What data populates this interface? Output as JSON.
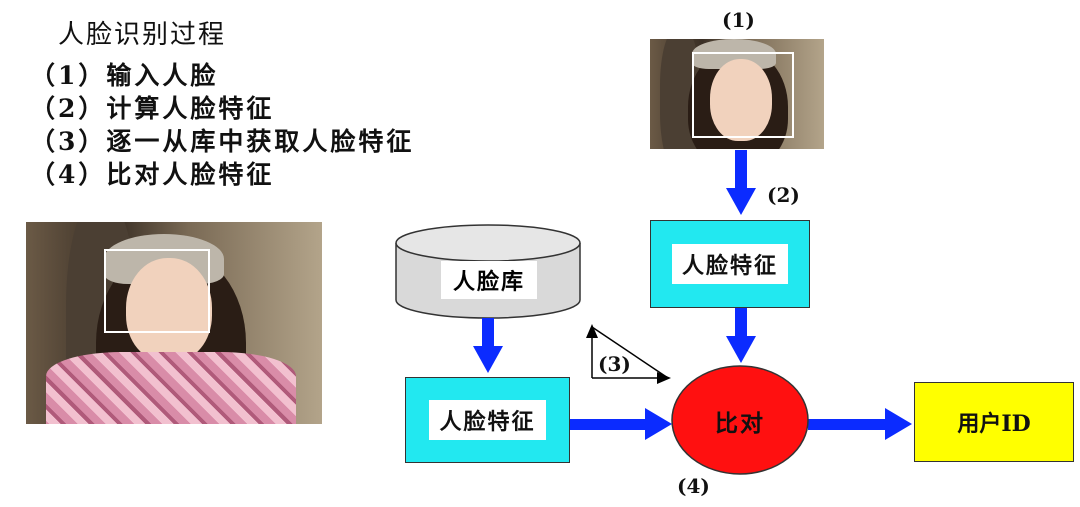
{
  "title": "人脸识别过程",
  "steps": [
    "（1）输入人脸",
    "（2）计算人脸特征",
    "（3）逐一从库中获取人脸特征",
    "（4）比对人脸特征"
  ],
  "diagram": {
    "label_1": "(1)",
    "label_2": "(2)",
    "label_3": "(3)",
    "label_4": "(4)",
    "db_label": "人脸库",
    "feature_top": "人脸特征",
    "feature_left": "人脸特征",
    "compare": "比对",
    "output": "用户ID"
  },
  "colors": {
    "arrow": "#0b2bff",
    "feature_box": "#22e8f0",
    "compare_circle": "#ff1010",
    "output_box": "#ffff00",
    "db_gray": "#d9d9d9"
  }
}
